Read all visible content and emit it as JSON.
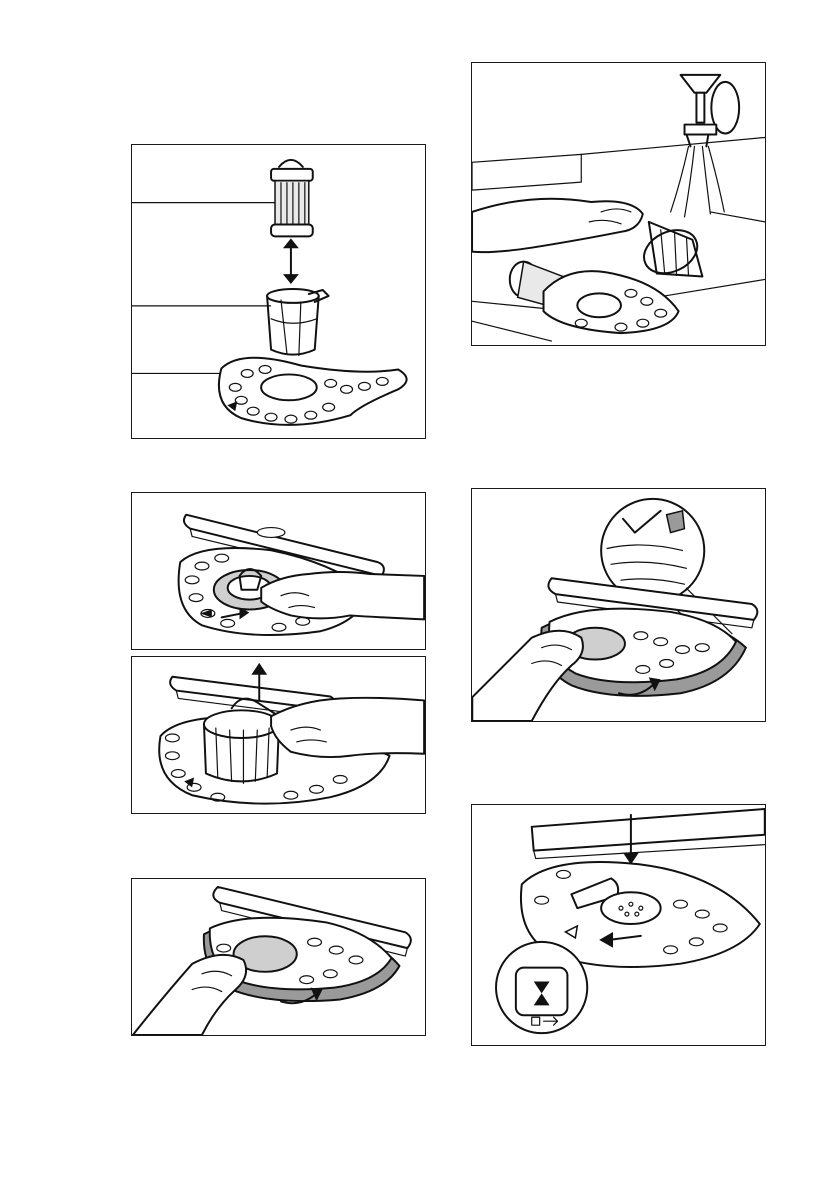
{
  "page": {
    "background": "#ffffff",
    "line_color": "#1a1a1a"
  },
  "figures": [
    {
      "id": "filter-assembly",
      "icon": "filter-assembly-icon"
    },
    {
      "id": "rinse-filters-under-tap",
      "icon": "tap-rinse-icon"
    },
    {
      "id": "turn-filter-counterclockwise",
      "icon": "rotate-filter-icon"
    },
    {
      "id": "lift-filter-out",
      "icon": "lift-filter-icon"
    },
    {
      "id": "check-flat-filter-position",
      "icon": "checkmark-icon"
    },
    {
      "id": "remove-flat-filter",
      "icon": "rotate-flat-filter-icon"
    },
    {
      "id": "insert-and-lock-filter",
      "icon": "lock-filter-icon"
    }
  ]
}
